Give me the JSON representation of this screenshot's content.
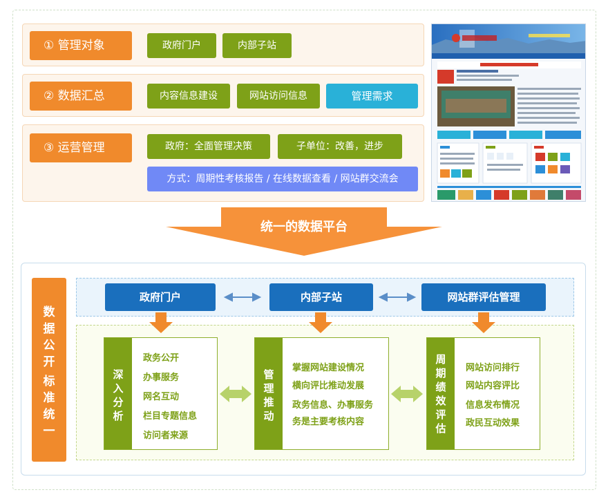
{
  "rows": [
    {
      "title": "① 管理对象",
      "chips": [
        "政府门户",
        "内部子站"
      ]
    },
    {
      "title": "② 数据汇总",
      "chips": [
        "内容信息建设",
        "网站访问信息",
        "管理需求"
      ]
    },
    {
      "title": "③ 运营管理",
      "chips": [
        "政府：全面管理决策",
        "子单位：改善，进步",
        "方式：周期性考核报告 / 在线数据查看 / 网站群交流会"
      ]
    }
  ],
  "platform_label": "统一的数据平台",
  "side_label": [
    "数",
    "据",
    "公",
    "开",
    "标",
    "准",
    "统",
    "一"
  ],
  "top_boxes": [
    "政府门户",
    "内部子站",
    "网站群评估管理"
  ],
  "panels": [
    {
      "head": [
        "深",
        "入",
        "分",
        "析"
      ],
      "items": [
        "政务公开",
        "办事服务",
        "网名互动",
        "栏目专题信息",
        "访问者来源"
      ]
    },
    {
      "head": [
        "管",
        "理",
        "推",
        "动"
      ],
      "items": [
        "掌握网站建设情况",
        "横向评比推动发展",
        "政务信息、办事服务",
        "务是主要考核内容"
      ]
    },
    {
      "head": [
        "周",
        "期",
        "绩",
        "效",
        "评",
        "估"
      ],
      "items": [
        "网站访问排行",
        "网站内容评比",
        "信息发布情况",
        "政民互动效果"
      ]
    }
  ],
  "colors": {
    "orange": "#f08a2c",
    "green": "#7ea118",
    "blue": "#1a6fbd",
    "cyan": "#29b1d8",
    "violet": "#7089f6",
    "arrow": "#f6923a"
  }
}
